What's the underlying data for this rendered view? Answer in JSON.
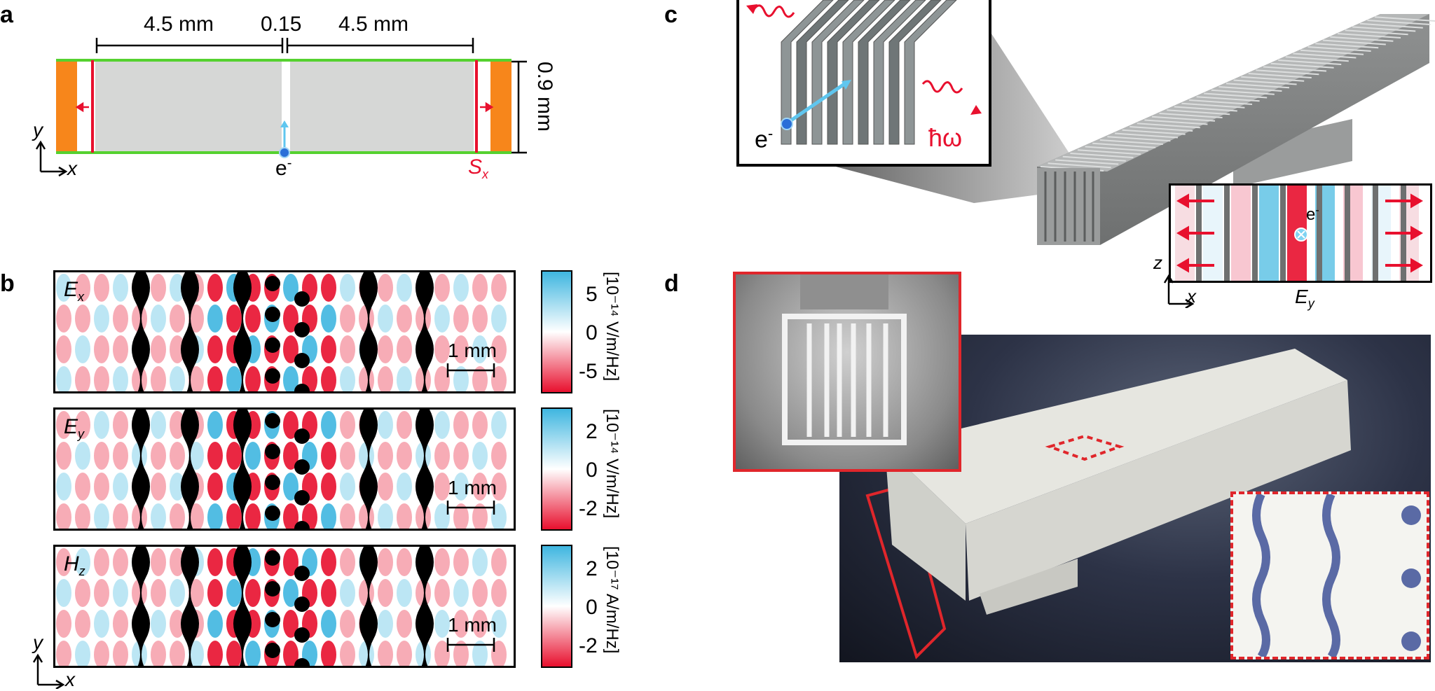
{
  "panels": {
    "a": {
      "letter": "a",
      "dims": [
        "4.5 mm",
        "0.15",
        "4.5 mm"
      ],
      "height_label": "0.9 mm",
      "axis_y": "y",
      "axis_x": "x",
      "electron": "e",
      "electron_sup": "-",
      "flux_label": "S",
      "flux_sub": "x"
    },
    "b": {
      "letter": "b",
      "maps": [
        {
          "name": "E",
          "sub": "x",
          "ticks": [
            "5",
            "0",
            "-5"
          ],
          "unit": "[10⁻¹⁴ V/m/Hz]",
          "scale": "1 mm"
        },
        {
          "name": "E",
          "sub": "y",
          "ticks": [
            "2",
            "0",
            "-2"
          ],
          "unit": "[10⁻¹⁴ V/m/Hz]",
          "scale": "1 mm"
        },
        {
          "name": "H",
          "sub": "z",
          "ticks": [
            "2",
            "0",
            "-2"
          ],
          "unit": "[10⁻¹⁷ A/m/Hz]",
          "scale": "1 mm"
        }
      ],
      "axis_y": "y",
      "axis_x": "x"
    },
    "c": {
      "letter": "c",
      "electron": "e",
      "electron_sup": "-",
      "photon": "ħω",
      "inset_axis_z": "z",
      "inset_axis_x": "x",
      "inset_field": "E",
      "inset_field_sub": "y",
      "inset_electron": "e",
      "inset_electron_sup": "-"
    },
    "d": {
      "letter": "d"
    }
  },
  "colors": {
    "positive": "#3fb6e0",
    "negative": "#e8102e",
    "metal": "#f7861b",
    "boundary": "#55d12f",
    "vacuum": "#d6d7d6",
    "arrow_red": "#e8102e",
    "arrow_cyan": "#5fc6ef",
    "frame_red": "#e0262b"
  }
}
